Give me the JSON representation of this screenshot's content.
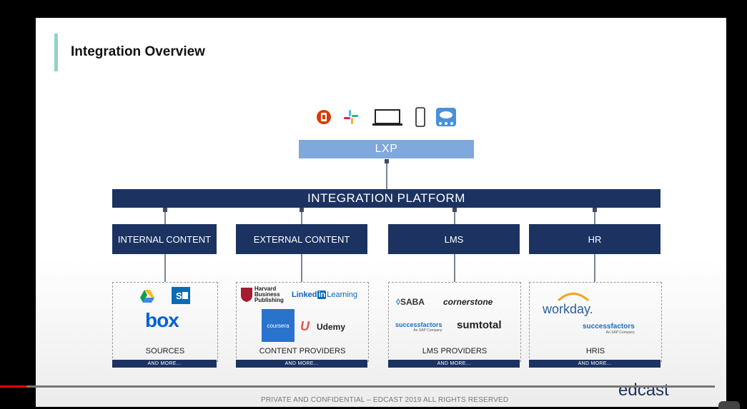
{
  "slide": {
    "title": "Integration Overview",
    "lxp_label": "LXP",
    "platform_label": "INTEGRATION PLATFORM",
    "categories": [
      {
        "label": "INTERNAL CONTENT"
      },
      {
        "label": "EXTERNAL CONTENT"
      },
      {
        "label": "LMS"
      },
      {
        "label": "HR"
      }
    ],
    "boxes": [
      {
        "label": "SOURCES",
        "more": "AND MORE..."
      },
      {
        "label": "CONTENT PROVIDERS",
        "more": "AND MORE..."
      },
      {
        "label": "LMS PROVIDERS",
        "more": "AND MORE..."
      },
      {
        "label": "HRIS",
        "more": "AND MORE..."
      }
    ],
    "logos": {
      "box": "box",
      "harvard_1": "Harvard",
      "harvard_2": "Business",
      "harvard_3": "Publishing",
      "linkedin_a": "Linked",
      "linkedin_in": "in",
      "linkedin_b": "Learning",
      "coursera": "coursera",
      "udemy": "Udemy",
      "saba": "SABA",
      "cornerstone": "cornerstone",
      "successfactors": "successfactors",
      "sap_company": "An SAP Company",
      "sumtotal": "sumtotal",
      "workday": "workday."
    },
    "footer": "PRIVATE AND CONFIDENTIAL – EDCAST 2019 ALL RIGHTS RESERVED",
    "brand": "edcast"
  },
  "video": {
    "progress_fraction": 0.037
  },
  "colors": {
    "navy": "#1c3361",
    "lxp_blue": "#7fa8dc",
    "accent_teal": "#8fd3c8",
    "progress_red": "#e00000"
  },
  "icons": [
    "office-icon",
    "slack-icon",
    "laptop-icon",
    "phone-icon",
    "salesforce-icon",
    "google-drive-icon",
    "sharepoint-icon"
  ]
}
